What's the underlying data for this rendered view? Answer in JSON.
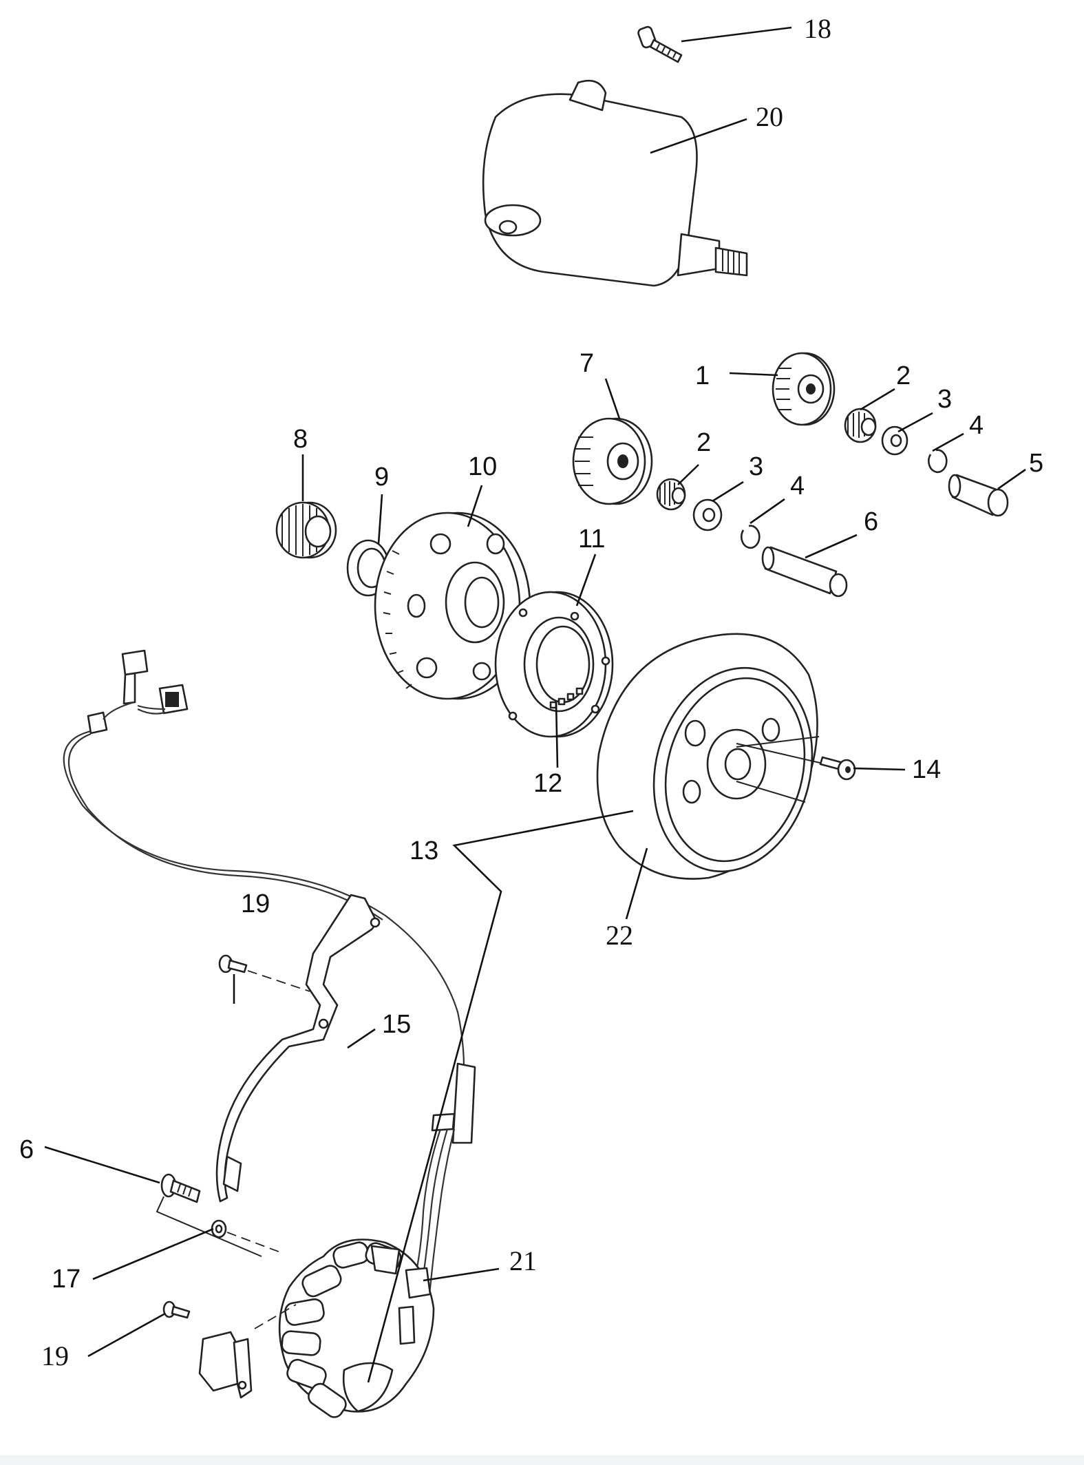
{
  "diagram": {
    "labels": {
      "p1": "1",
      "p2a": "2",
      "p2b": "2",
      "p3a": "3",
      "p3b": "3",
      "p4a": "4",
      "p4b": "4",
      "p5": "5",
      "p6a": "6",
      "p6b": "6",
      "p7": "7",
      "p8": "8",
      "p9": "9",
      "p10": "10",
      "p11": "11",
      "p12": "12",
      "p13": "13",
      "p14": "14",
      "p15": "15",
      "p17": "17",
      "p18": "18",
      "p19a": "19",
      "p19b": "19",
      "p20": "20",
      "p21": "21",
      "p22": "22"
    }
  }
}
